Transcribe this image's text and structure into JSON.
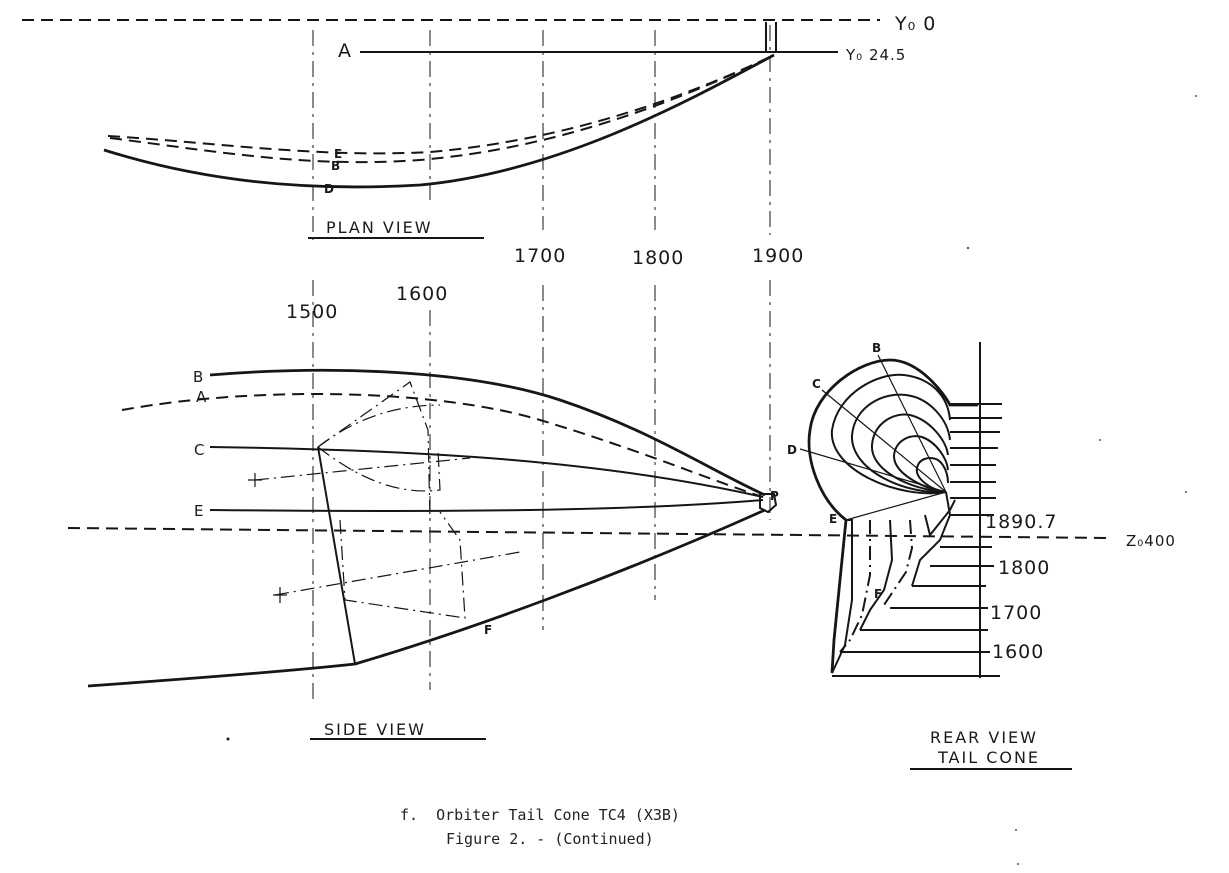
{
  "labels": {
    "y_zero": "Y₀ 0",
    "y_245": "Y₀ 24.5",
    "z_400": "Z₀400",
    "point_a": "A",
    "point_b": "B",
    "point_c": "C",
    "point_d": "D",
    "point_e": "E",
    "point_f": "F",
    "plan_point_e": "E",
    "plan_point_b": "B",
    "plan_point_d": "D",
    "side_b": "B",
    "side_a": "A",
    "side_c": "C",
    "side_e": "E",
    "side_f": "F",
    "side_tip": "P",
    "rear_b": "B",
    "rear_c": "C",
    "rear_d": "D",
    "rear_e": "E",
    "rear_f": "F"
  },
  "stations": {
    "s1500": "1500",
    "s1600": "1600",
    "s1700": "1700",
    "s1800": "1800",
    "s1900": "1900"
  },
  "rear_stations": {
    "r1890": "1890.7",
    "r1800": "1800",
    "r1700": "1700",
    "r1600": "1600"
  },
  "views": {
    "plan": "PLAN VIEW",
    "side": "SIDE VIEW",
    "rear_line1": "REAR VIEW",
    "rear_line2": "TAIL CONE"
  },
  "caption": {
    "line1": "f.  Orbiter Tail Cone TC4 (X3B)",
    "line2": "Figure 2. - (Continued)"
  }
}
